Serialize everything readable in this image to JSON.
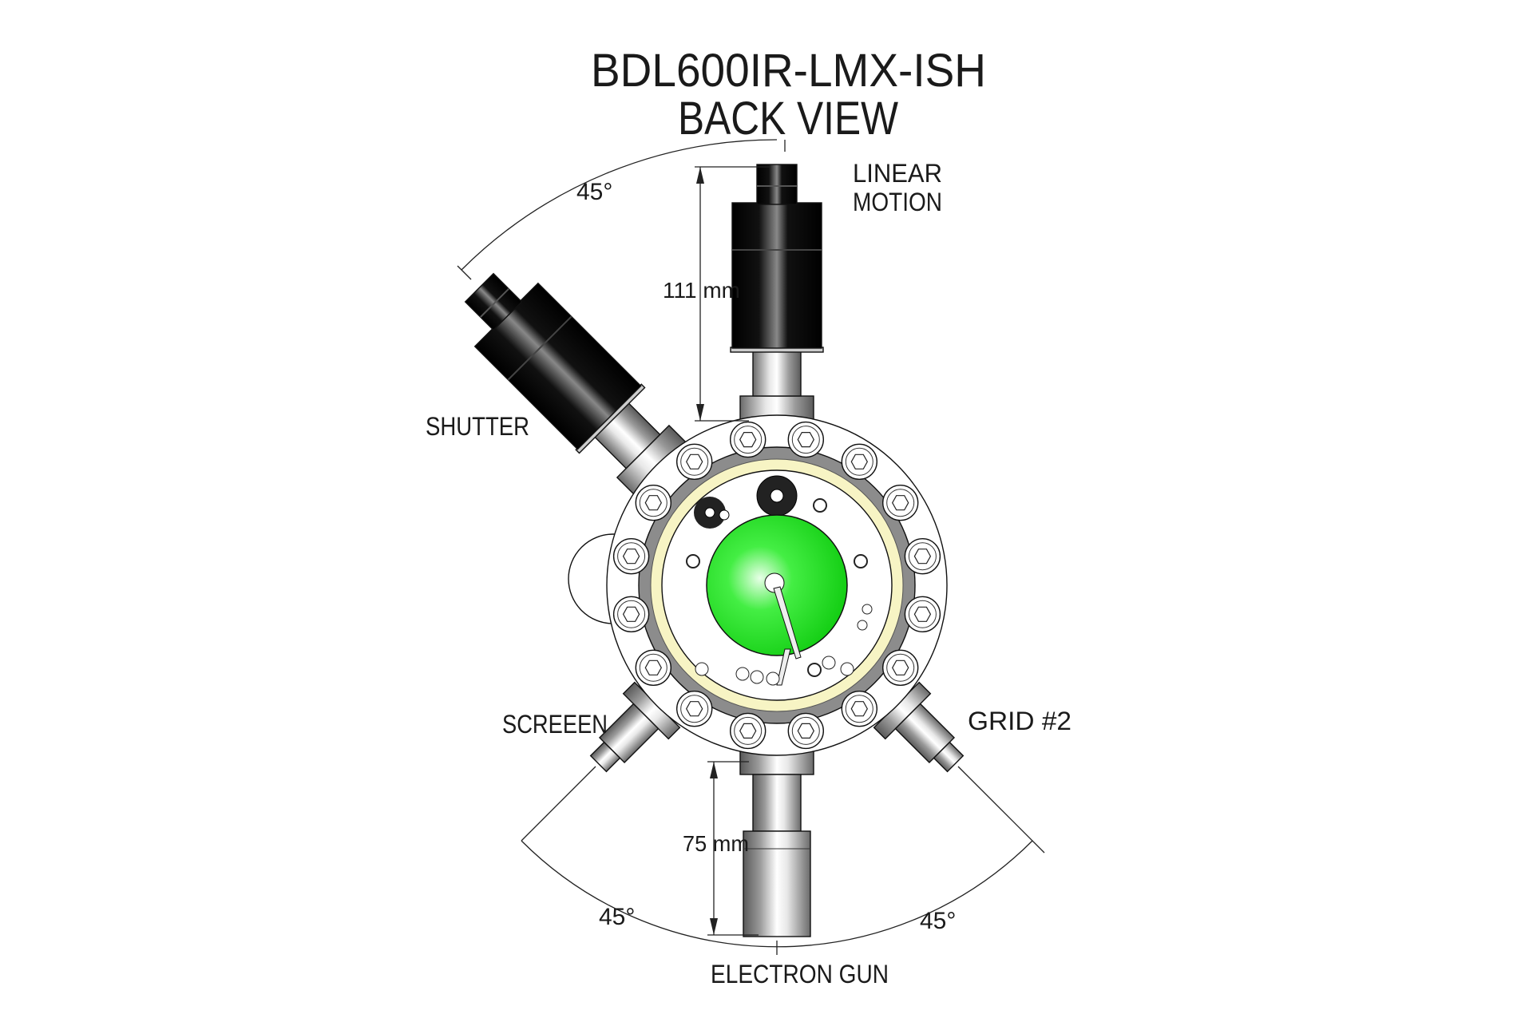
{
  "title": {
    "line1": "BDL600IR-LMX-ISH",
    "line2": "BACK VIEW"
  },
  "labels": {
    "linear_motion_1": "LINEAR",
    "linear_motion_2": "MOTION",
    "shutter": "SHUTTER",
    "screen": "SCREEEN",
    "grid": "GRID #2",
    "electron_gun": "ELECTRON GUN"
  },
  "dimensions": {
    "top_angle": "45°",
    "bottom_left_angle": "45°",
    "bottom_right_angle": "45°",
    "top_length": "111 mm",
    "bottom_length": "75 mm"
  },
  "colors": {
    "phosphor_screen": "#22dd22",
    "gasket": "#f7f4c4",
    "flange_ring": "#8c8c8c"
  }
}
